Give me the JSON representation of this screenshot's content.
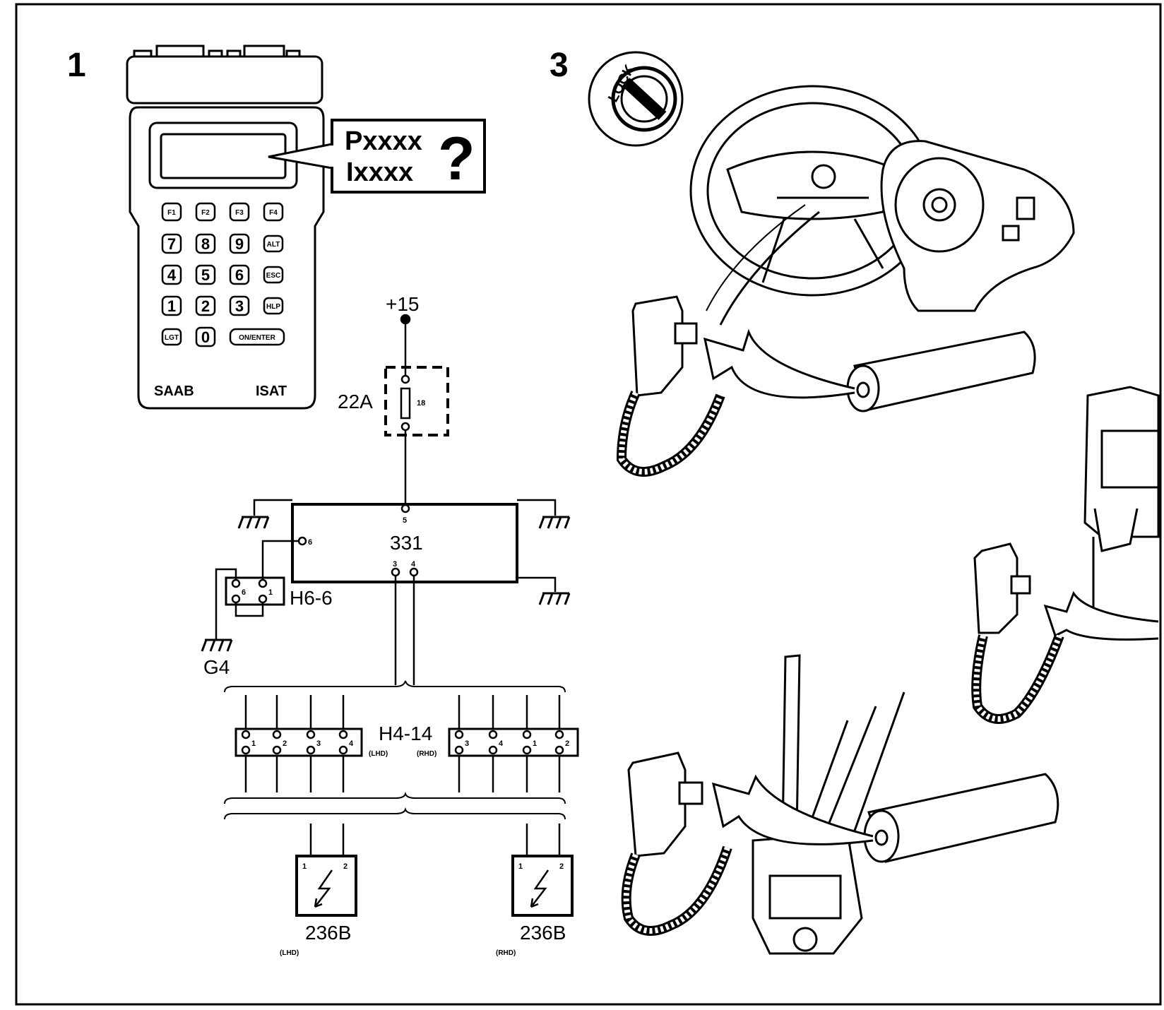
{
  "panel_numbers": {
    "left": "1",
    "right": "3"
  },
  "isat": {
    "brand": "SAAB",
    "model": "ISAT",
    "bubble_line1": "Pxxxx",
    "bubble_line2": "Ixxxx",
    "bubble_mark": "?",
    "keys_row1": [
      "F1",
      "F2",
      "F3",
      "F4"
    ],
    "keys_row2": [
      "7",
      "8",
      "9",
      "ALT"
    ],
    "keys_row3": [
      "4",
      "5",
      "6",
      "ESC"
    ],
    "keys_row4": [
      "1",
      "2",
      "3",
      "HLP"
    ],
    "keys_row5": [
      "LGT",
      "0",
      "ON/ENTER"
    ]
  },
  "lock_label": "LOCK",
  "circuit": {
    "supply": "+15",
    "fuse_box": "22A",
    "fuse_pin": "18",
    "control_unit": "331",
    "cu_pin_supply": "5",
    "cu_pin_6": "6",
    "cu_pin_3": "3",
    "cu_pin_4": "4",
    "connector_h66": "H6-6",
    "h66_pin_a": "6",
    "h66_pin_b": "1",
    "ground": "G4",
    "connector_h414": "H4-14",
    "lhd_tag": "(LHD)",
    "rhd_tag": "(RHD)",
    "h414_lhd_pins": [
      "1",
      "2",
      "3",
      "4"
    ],
    "h414_rhd_pins": [
      "3",
      "4",
      "1",
      "2"
    ],
    "airbag_left": "236B",
    "airbag_right": "236B",
    "airbag_pin1": "1",
    "airbag_pin2": "2"
  }
}
